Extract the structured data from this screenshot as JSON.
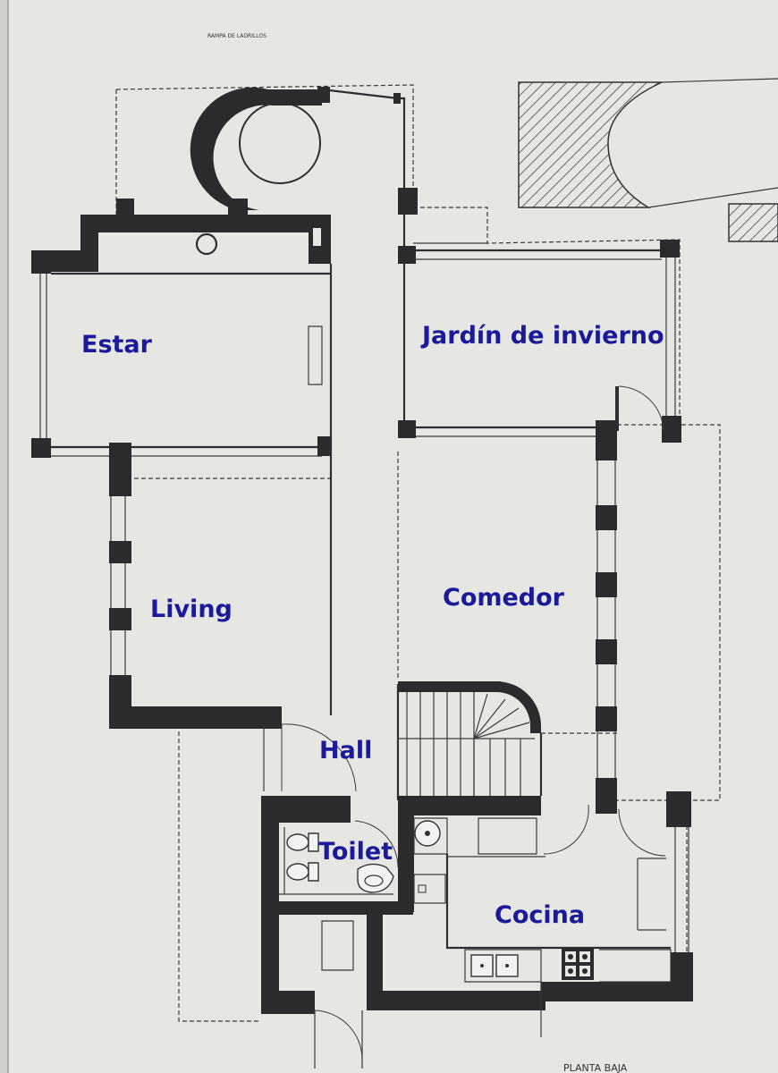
{
  "plan": {
    "top_note": "RAMPA DE LADRILLOS",
    "bottom_note": "PLANTA BAJA",
    "rooms": [
      {
        "id": "estar",
        "label": "Estar"
      },
      {
        "id": "jardin",
        "label": "Jardín de invierno"
      },
      {
        "id": "living",
        "label": "Living"
      },
      {
        "id": "comedor",
        "label": "Comedor"
      },
      {
        "id": "hall",
        "label": "Hall"
      },
      {
        "id": "toilet",
        "label": "Toilet"
      },
      {
        "id": "cocina",
        "label": "Cocina"
      }
    ],
    "colors": {
      "label": "#1a1a9a",
      "wall": "#2b2b2b",
      "paper": "#e6e6e3"
    }
  }
}
